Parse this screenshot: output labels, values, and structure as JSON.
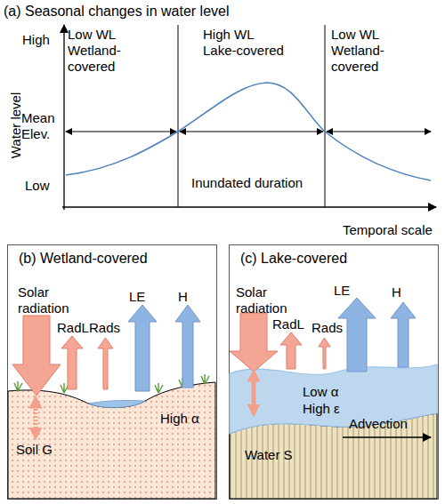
{
  "diagram": {
    "nodes": [
      {
        "text": [
          "(b) Wetland-covered"
        ]
      },
      {
        "text": [
          "(c) Lake-covered"
        ]
      }
    ],
    "labels": [
      "(a) Seasonal changes in water level",
      "High",
      "Water level",
      "Mean Elev.",
      "Low",
      "Low WL Wetland-covered",
      "High WL Lake-covered",
      "Low WL Wetland-covered",
      "Inundated duration",
      "Temporal scale",
      "Solar radiation",
      "RadL",
      "Rads",
      "LE",
      "H",
      "Soil G",
      "High α",
      "Solar radiation",
      "RadL",
      "Rads",
      "LE",
      "H",
      "Low α",
      "High ε",
      "Advection",
      "Water S"
    ]
  }
}
